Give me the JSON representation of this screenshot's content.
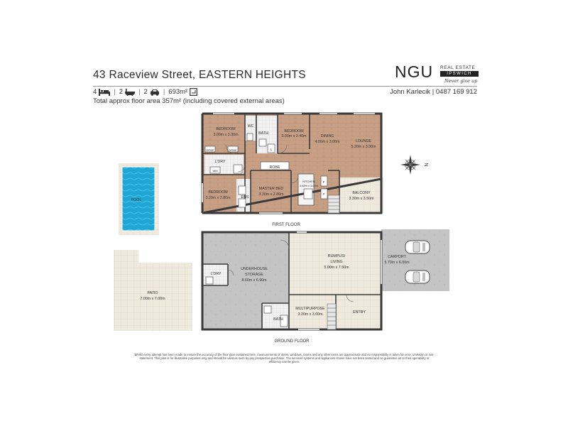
{
  "header": {
    "address": "43 Raceview Street, EASTERN HEIGHTS",
    "features": {
      "beds": "4",
      "baths": "2",
      "cars": "2",
      "land": "693m²"
    },
    "total_area": "Total approx floor area 357m² (including covered external areas)",
    "agent": "John Karlecik | 0487 169 912"
  },
  "brand": {
    "logo": "NGU",
    "subtitle": "REAL ESTATE",
    "office": "IPSWICH",
    "tagline": "Never give up"
  },
  "colors": {
    "timber": "#c79f84",
    "tile": "#efe9de",
    "concrete": "#c2c2c2",
    "pool": "#1fa8d6",
    "wall": "#3a3a3a"
  },
  "first_floor": {
    "label": "FIRST FLOOR",
    "rooms": {
      "bedroom1": {
        "name": "BEDROOM",
        "dim": "3.00m x 3.30m"
      },
      "wc": "WC",
      "bath": "BATH",
      "bedroom2": {
        "name": "BEDROOM",
        "dim": "3.00m x 2.40m"
      },
      "dining": {
        "name": "DINING",
        "dim": "4.00m x 3.00m"
      },
      "lounge": {
        "name": "LOUNGE",
        "dim": "5.20m x 3.00m"
      },
      "robe1": "ROBE",
      "robe2": "ROBE",
      "laundry": "L'DRY",
      "wm": "WM",
      "robe_master": "ROBE",
      "bedroom3": {
        "name": "BEDROOM",
        "dim": "3.20m x 2.80m"
      },
      "ens": "ENS",
      "master": {
        "name": "MASTER BED",
        "dim": "3.30m x 2.80m"
      },
      "kitchen": {
        "name": "KITCHEN",
        "dim": "4.40m x 3.00m"
      },
      "fridge": "F",
      "pantry": "P",
      "balcony": {
        "name": "BALCONY",
        "dim": "3.30m x 3.50m"
      },
      "linen": "L"
    }
  },
  "pool": {
    "name": "POOL"
  },
  "ground_floor": {
    "label": "GROUND FLOOR",
    "rooms": {
      "laundry": "L'DRY",
      "underhouse": {
        "name": "UNDERHOUSE",
        "name2": "STORAGE",
        "dim": "8.60m x 6.90m"
      },
      "rumpus": {
        "name": "RUMPUS/",
        "name2": "LIVING",
        "dim": "5.00m x 7.50m"
      },
      "carport": {
        "name": "CARPORT",
        "dim": "5.70m x 6.00m"
      },
      "multipurpose": {
        "name": "MULTIPURPOSE",
        "dim": "3.20m x 3.00m"
      },
      "bath": "BATH",
      "entry": "ENTRY"
    }
  },
  "patio": {
    "name": "PATIO",
    "dim": "7.00m x 7.00m"
  },
  "compass": {
    "label": "N"
  },
  "disclaimer": "Whilst every attempt has been made to ensure the accuracy of the floor plan contained here, measurements of doors, windows, rooms and any other items are approximate and no responsibility is taken for error, omission or mis-statement. This plan is for illustrative purposes only and should be used as such by any prospective purchaser. The services systems and appliances shown have not been tested and no guarantee as to their operability or efficiency can be given."
}
